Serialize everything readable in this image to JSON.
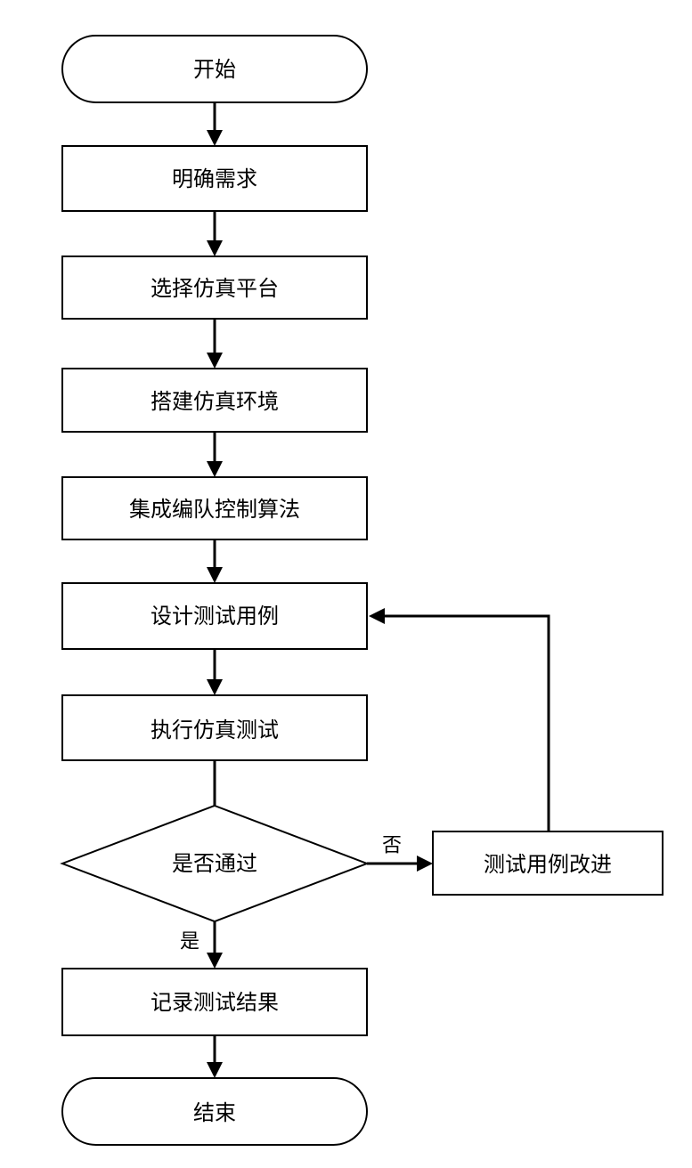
{
  "flowchart": {
    "nodes": {
      "start": "开始",
      "clarify_requirements": "明确需求",
      "select_platform": "选择仿真平台",
      "build_environment": "搭建仿真环境",
      "integrate_algorithm": "集成编队控制算法",
      "design_test_cases": "设计测试用例",
      "execute_simulation": "执行仿真测试",
      "pass_decision": "是否通过",
      "improve_test_cases": "测试用例改进",
      "record_results": "记录测试结果",
      "end": "结束"
    },
    "branches": {
      "no": "否",
      "yes": "是"
    },
    "colors": {
      "stroke": "#000000",
      "fill": "#ffffff"
    }
  }
}
